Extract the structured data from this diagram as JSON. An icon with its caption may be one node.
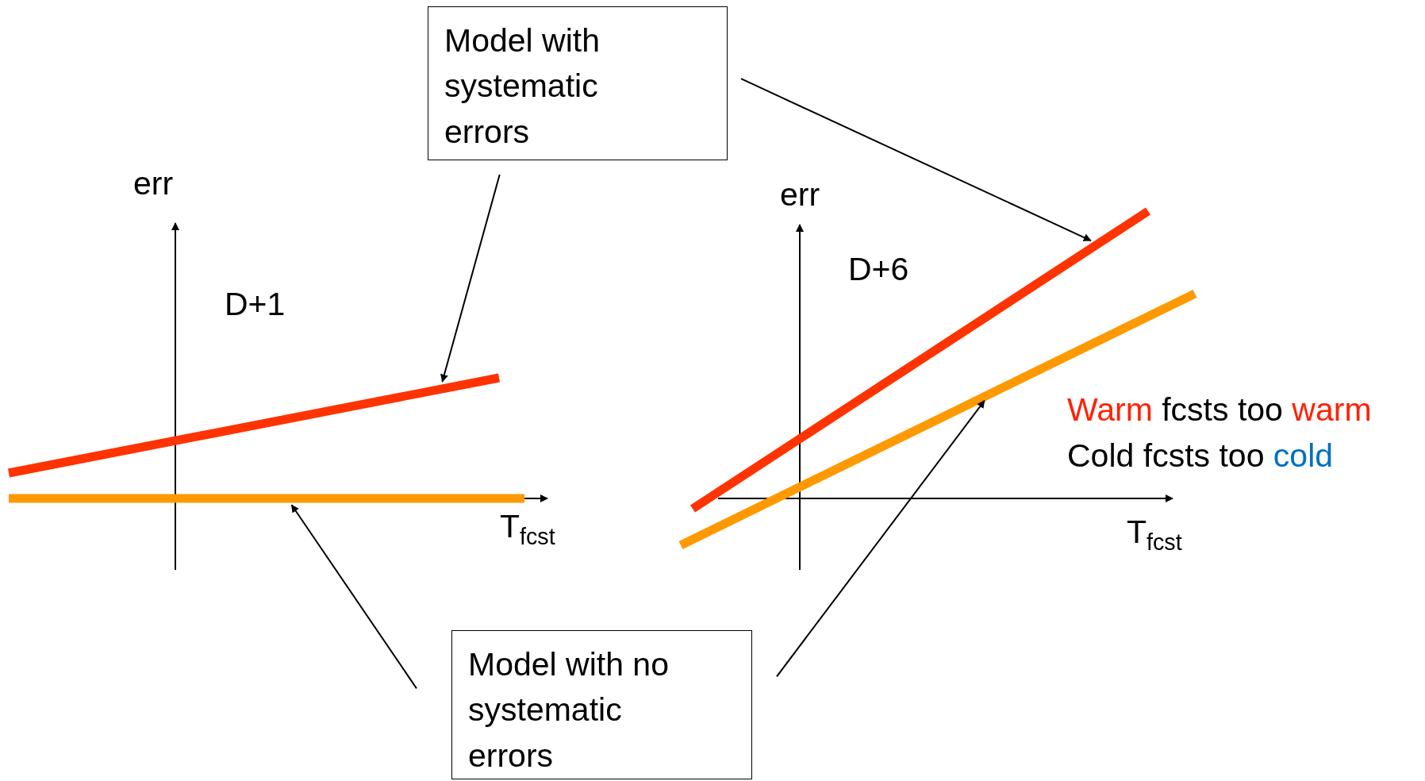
{
  "diagram": {
    "nodes": [
      {
        "text": [
          "Model with systematic errors"
        ]
      },
      {
        "text": [],
        "shape": "line"
      },
      {
        "text": [],
        "shape": "line"
      },
      {
        "text": [],
        "shape": "line"
      },
      {
        "text": [],
        "shape": "line"
      },
      {
        "text": [
          "Model with no systematic errors"
        ]
      }
    ],
    "edges": [
      {
        "from": 0,
        "to": 1,
        "arrow": "to"
      },
      {
        "from": 0,
        "to": 2,
        "arrow": "to"
      },
      {
        "from": 5,
        "to": 3,
        "arrow": "to"
      },
      {
        "from": 5,
        "to": 4,
        "arrow": "to"
      }
    ],
    "labels": [
      "err",
      "D+1",
      "T$_{fcst}$",
      "err",
      "D+6",
      "T$_{fcst}$",
      "Warm fcsts too warm",
      "Cold fcsts too cold"
    ]
  }
}
